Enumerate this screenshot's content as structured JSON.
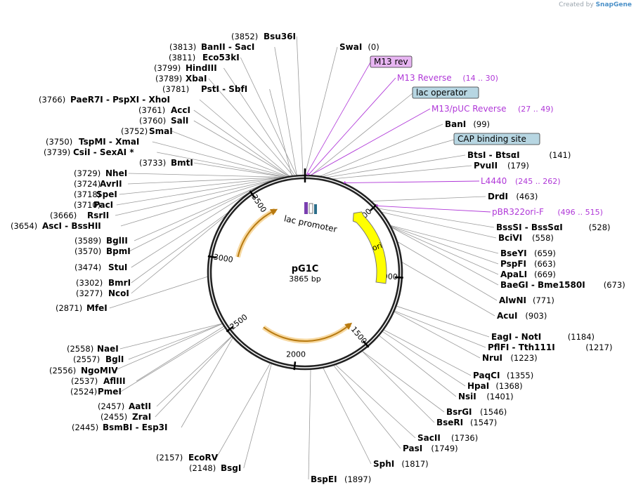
{
  "branding": {
    "created_by": "Created by",
    "product": "SnapGene"
  },
  "plasmid": {
    "name": "pG1C",
    "length_label": "3865 bp",
    "length": 3865,
    "tick_labels": [
      "500",
      "1000",
      "1500",
      "2000",
      "2500",
      "3000",
      "3500"
    ],
    "features": [
      {
        "name": "lac promoter",
        "start": 3790,
        "end": 3865,
        "type": "promoter"
      },
      {
        "name": "ori",
        "start": 463,
        "end": 1051,
        "type": "ori",
        "color": "#ffff00"
      },
      {
        "name": "",
        "start": 2330,
        "end": 1495,
        "type": "arrow",
        "color": "#f2b84b"
      },
      {
        "name": "",
        "start": 3037,
        "end": 3590,
        "type": "arrow",
        "color": "#f2b84b"
      }
    ],
    "binding_marks": [
      {
        "pos": 20,
        "color": "#c040e0"
      },
      {
        "pos": 255,
        "color": "#c040e0"
      },
      {
        "pos": 505,
        "color": "#c040e0"
      }
    ]
  },
  "left_labels": [
    {
      "pos": "(3852)",
      "name": "Bsu36I",
      "site": 3852
    },
    {
      "pos": "(3813)",
      "name": "BanII  -  SacI",
      "site": 3813
    },
    {
      "pos": "(3811)",
      "name": "Eco53kI",
      "site": 3811
    },
    {
      "pos": "(3799)",
      "name": "HindIII",
      "site": 3799
    },
    {
      "pos": "(3789)",
      "name": "XbaI",
      "site": 3789
    },
    {
      "pos": "(3781)",
      "name": "PstI  -  SbfI",
      "site": 3781
    },
    {
      "pos": "(3766)",
      "name": "PaeR7I  -  PspXI  -  XhoI",
      "site": 3766
    },
    {
      "pos": "(3761)",
      "name": "AccI",
      "site": 3761
    },
    {
      "pos": "(3760)",
      "name": "SalI",
      "site": 3760
    },
    {
      "pos": "(3752)",
      "name": "SmaI",
      "site": 3752
    },
    {
      "pos": "(3750)",
      "name": "TspMI  -  XmaI",
      "site": 3750
    },
    {
      "pos": "(3739)",
      "name": "CsiI  -  SexAI *",
      "site": 3739
    },
    {
      "pos": "(3733)",
      "name": "BmtI",
      "site": 3733
    },
    {
      "pos": "(3729)",
      "name": "NheI",
      "site": 3729
    },
    {
      "pos": "(3724)",
      "name": "AvrII",
      "site": 3724
    },
    {
      "pos": "(3718)",
      "name": "SpeI",
      "site": 3718
    },
    {
      "pos": "(3710)",
      "name": "PacI",
      "site": 3710
    },
    {
      "pos": "(3666)",
      "name": "RsrII",
      "site": 3666
    },
    {
      "pos": "(3654)",
      "name": "AscI  -  BssHII",
      "site": 3654
    },
    {
      "pos": "(3589)",
      "name": "BglII",
      "site": 3589
    },
    {
      "pos": "(3570)",
      "name": "BpmI",
      "site": 3570
    },
    {
      "pos": "(3474)",
      "name": "StuI",
      "site": 3474
    },
    {
      "pos": "(3302)",
      "name": "BmrI",
      "site": 3302
    },
    {
      "pos": "(3277)",
      "name": "NcoI",
      "site": 3277
    },
    {
      "pos": "(2871)",
      "name": "MfeI",
      "site": 2871
    },
    {
      "pos": "(2558)",
      "name": "NaeI",
      "site": 2558
    },
    {
      "pos": "(2557)",
      "name": "BglI",
      "site": 2557
    },
    {
      "pos": "(2556)",
      "name": "NgoMIV",
      "site": 2556
    },
    {
      "pos": "(2537)",
      "name": "AflIII",
      "site": 2537
    },
    {
      "pos": "(2524)",
      "name": "PmeI",
      "site": 2524
    },
    {
      "pos": "(2457)",
      "name": "AatII",
      "site": 2457
    },
    {
      "pos": "(2455)",
      "name": "ZraI",
      "site": 2455
    },
    {
      "pos": "(2445)",
      "name": "BsmBI  -  Esp3I",
      "site": 2445
    },
    {
      "pos": "(2157)",
      "name": "EcoRV",
      "site": 2157
    },
    {
      "pos": "(2148)",
      "name": "BsgI",
      "site": 2148
    }
  ],
  "right_labels": [
    {
      "name": "SwaI",
      "pos": "(0)",
      "site": 0,
      "kind": "enzyme"
    },
    {
      "name": "M13 rev",
      "pos": "",
      "site": 8,
      "kind": "feature-purple"
    },
    {
      "name": "M13 Reverse",
      "pos": "(14 .. 30)",
      "site": 22,
      "kind": "primer"
    },
    {
      "name": "lac operator",
      "pos": "",
      "site": 40,
      "kind": "feature-blue"
    },
    {
      "name": "M13/pUC Reverse",
      "pos": "(27 .. 49)",
      "site": 38,
      "kind": "primer"
    },
    {
      "name": "BanI",
      "pos": "(99)",
      "site": 99,
      "kind": "enzyme"
    },
    {
      "name": "CAP binding site",
      "pos": "",
      "site": 115,
      "kind": "feature-blue"
    },
    {
      "name": "BtsI  -  BtsαI",
      "pos": "(141)",
      "site": 141,
      "kind": "enzyme"
    },
    {
      "name": "PvuII",
      "pos": "(179)",
      "site": 179,
      "kind": "enzyme"
    },
    {
      "name": "L4440",
      "pos": "(245 .. 262)",
      "site": 253,
      "kind": "primer"
    },
    {
      "name": "DrdI",
      "pos": "(463)",
      "site": 463,
      "kind": "enzyme"
    },
    {
      "name": "pBR322ori-F",
      "pos": "(496 .. 515)",
      "site": 505,
      "kind": "primer"
    },
    {
      "name": "BssSI  -  BssSαI",
      "pos": "(528)",
      "site": 528,
      "kind": "enzyme"
    },
    {
      "name": "BciVI",
      "pos": "(558)",
      "site": 558,
      "kind": "enzyme"
    },
    {
      "name": "BseYI",
      "pos": "(659)",
      "site": 659,
      "kind": "enzyme"
    },
    {
      "name": "PspFI",
      "pos": "(663)",
      "site": 663,
      "kind": "enzyme"
    },
    {
      "name": "ApaLI",
      "pos": "(669)",
      "site": 669,
      "kind": "enzyme"
    },
    {
      "name": "BaeGI  -  Bme1580I",
      "pos": "(673)",
      "site": 673,
      "kind": "enzyme"
    },
    {
      "name": "AlwNI",
      "pos": "(771)",
      "site": 771,
      "kind": "enzyme"
    },
    {
      "name": "AcuI",
      "pos": "(903)",
      "site": 903,
      "kind": "enzyme"
    },
    {
      "name": "EagI  -  NotI",
      "pos": "(1184)",
      "site": 1184,
      "kind": "enzyme"
    },
    {
      "name": "PflFI  -  Tth111I",
      "pos": "(1217)",
      "site": 1217,
      "kind": "enzyme"
    },
    {
      "name": "NruI",
      "pos": "(1223)",
      "site": 1223,
      "kind": "enzyme"
    },
    {
      "name": "PaqCI",
      "pos": "(1355)",
      "site": 1355,
      "kind": "enzyme"
    },
    {
      "name": "HpaI",
      "pos": "(1368)",
      "site": 1368,
      "kind": "enzyme"
    },
    {
      "name": "NsiI",
      "pos": "(1401)",
      "site": 1401,
      "kind": "enzyme"
    },
    {
      "name": "BsrGI",
      "pos": "(1546)",
      "site": 1546,
      "kind": "enzyme"
    },
    {
      "name": "BseRI",
      "pos": "(1547)",
      "site": 1547,
      "kind": "enzyme"
    },
    {
      "name": "SacII",
      "pos": "(1736)",
      "site": 1736,
      "kind": "enzyme"
    },
    {
      "name": "PasI",
      "pos": "(1749)",
      "site": 1749,
      "kind": "enzyme"
    },
    {
      "name": "SphI",
      "pos": "(1817)",
      "site": 1817,
      "kind": "enzyme"
    },
    {
      "name": "BspEI",
      "pos": "(1897)",
      "site": 1897,
      "kind": "enzyme"
    }
  ],
  "colors": {
    "purple_text": "#b038d8",
    "purple_box_fill": "#e7b5f2",
    "blue_box_fill": "#b7d6e2",
    "yellow_feature": "#ffff00",
    "orange_arrow": "#f2b84b",
    "leader_gray": "#9a9a9a"
  }
}
